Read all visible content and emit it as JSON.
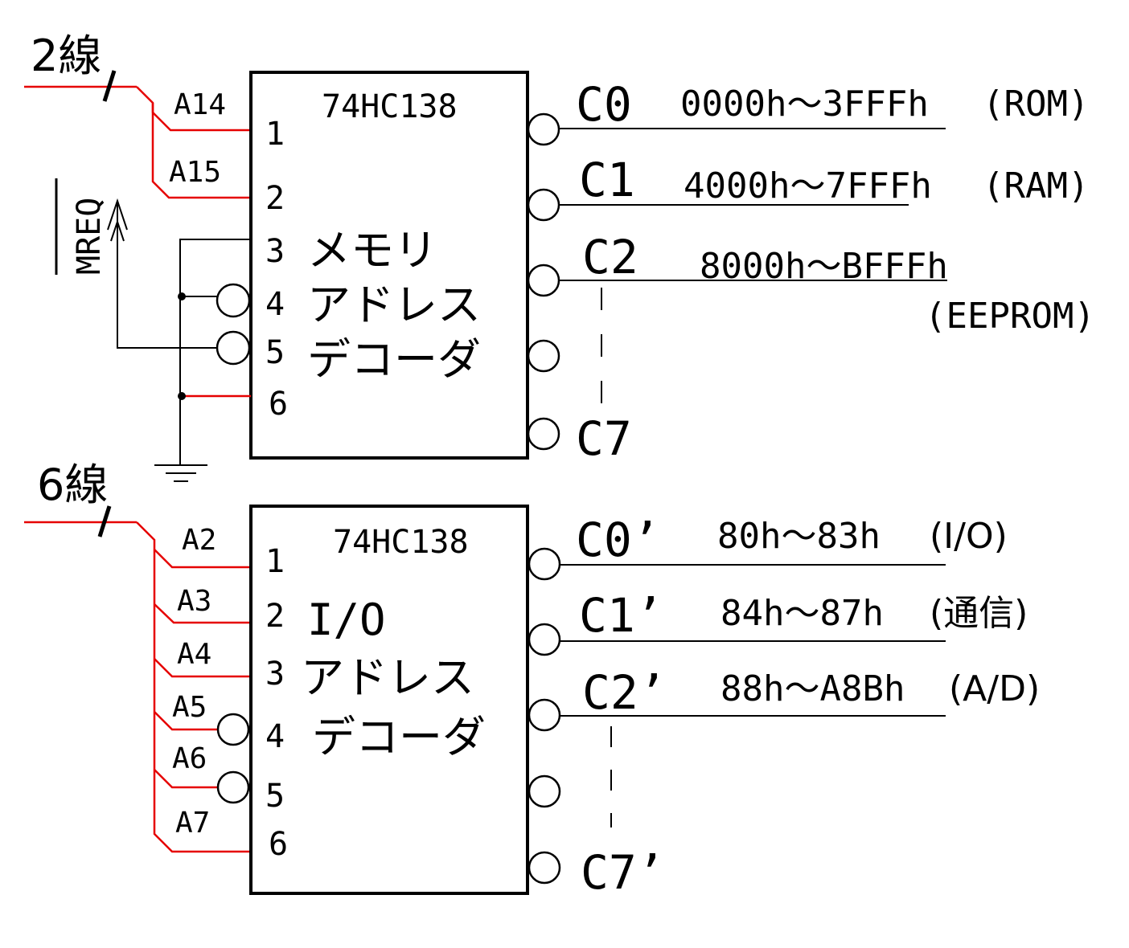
{
  "colors": {
    "wire": "#e60000",
    "line": "#000000",
    "background": "#ffffff"
  },
  "top": {
    "bus_label": "2線",
    "chip": "74HC138",
    "title_lines": [
      "メモリ",
      "アドレス",
      "デコーダ"
    ],
    "addr_labels": [
      "A14",
      "A15"
    ],
    "pins": [
      "1",
      "2",
      "3",
      "4",
      "5",
      "6"
    ],
    "mreq": "MREQ",
    "outputs": [
      {
        "name": "C0",
        "range": "0000h～3FFFh",
        "device": "(ROM)"
      },
      {
        "name": "C1",
        "range": "4000h～7FFFh",
        "device": "(RAM)"
      },
      {
        "name": "C2",
        "range": "8000h～BFFFh",
        "device": "(EEPROM)"
      },
      {
        "name": "C7"
      }
    ]
  },
  "bottom": {
    "bus_label": "6線",
    "chip": "74HC138",
    "title_lines": [
      "I/O",
      "アドレス",
      "デコーダ"
    ],
    "addr_labels": [
      "A2",
      "A3",
      "A4",
      "A5",
      "A6",
      "A7"
    ],
    "pins": [
      "1",
      "2",
      "3",
      "4",
      "5",
      "6"
    ],
    "outputs": [
      {
        "name": "C0’",
        "range": "80h～83h",
        "device": "(I/O)"
      },
      {
        "name": "C1’",
        "range": "84h～87h",
        "device": "(通信)"
      },
      {
        "name": "C2’",
        "range": "88h～A8Bh",
        "device": "(A/D)"
      },
      {
        "name": "C7’"
      }
    ]
  }
}
